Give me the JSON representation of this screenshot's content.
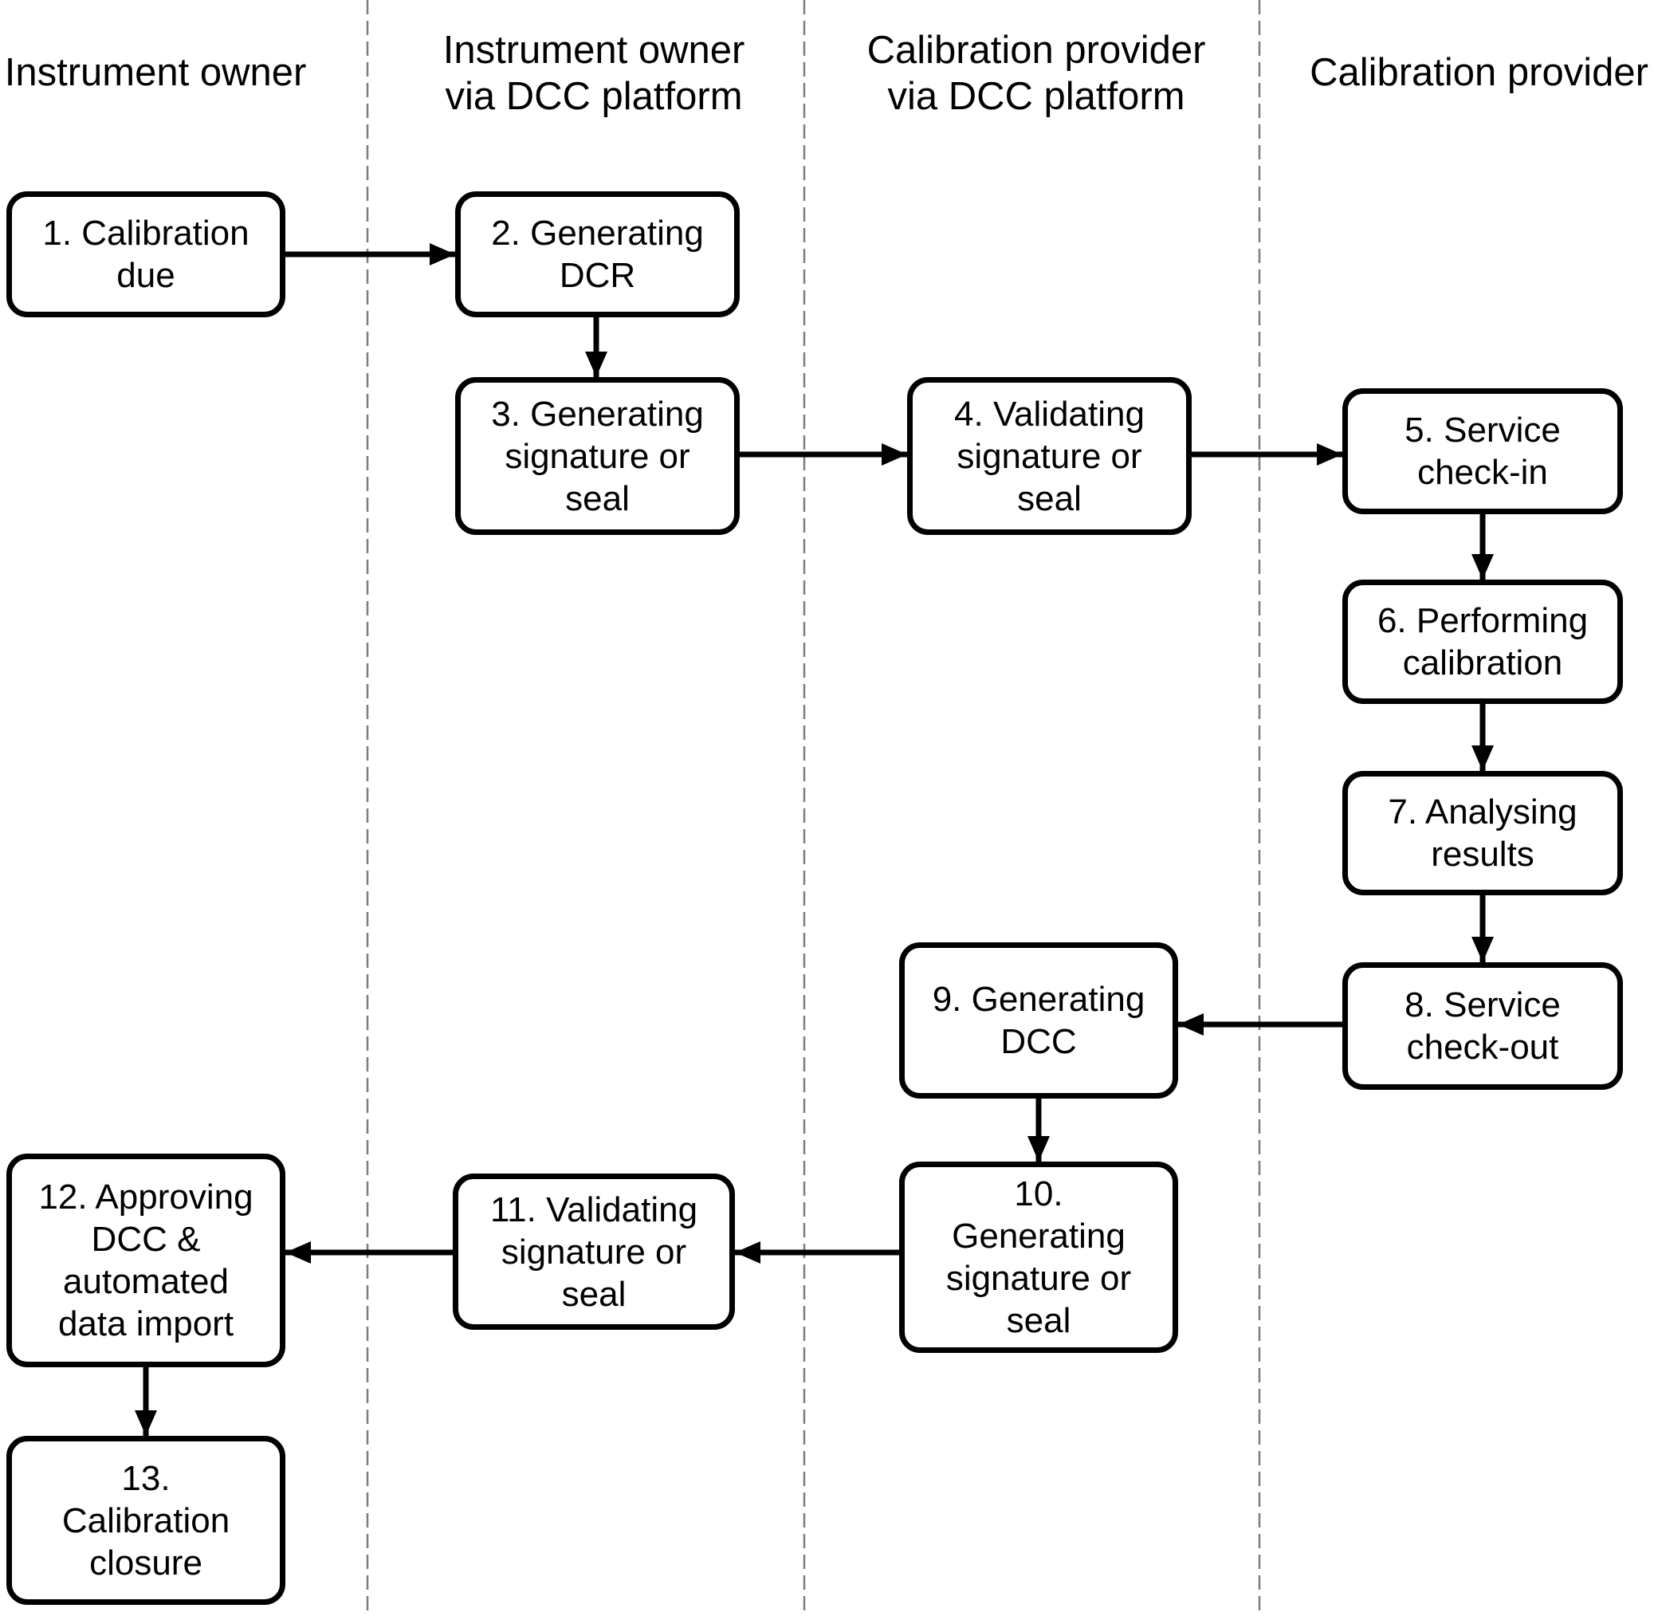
{
  "colors": {
    "background": "#ffffff",
    "node_fill": "#ffffff",
    "node_border": "#000000",
    "node_text": "#000000",
    "lane_header_text": "#000000",
    "lane_divider": "#7d7d7d",
    "arrow": "#000000"
  },
  "lanes": [
    {
      "id": "instrument-owner",
      "label": "Instrument owner"
    },
    {
      "id": "instrument-owner-via-dcc-platform",
      "label": "Instrument owner\nvia DCC platform"
    },
    {
      "id": "calibration-provider-via-dcc-platform",
      "label": "Calibration provider\nvia DCC platform"
    },
    {
      "id": "calibration-provider",
      "label": "Calibration provider"
    }
  ],
  "nodes": {
    "n1": {
      "label": "1. Calibration\ndue",
      "lane": "Instrument owner"
    },
    "n2": {
      "label": "2. Generating\nDCR",
      "lane": "Instrument owner via DCC platform"
    },
    "n3": {
      "label": "3. Generating\nsignature or\nseal",
      "lane": "Instrument owner via DCC platform"
    },
    "n4": {
      "label": "4. Validating\nsignature or\nseal",
      "lane": "Calibration provider via DCC platform"
    },
    "n5": {
      "label": "5. Service\ncheck-in",
      "lane": "Calibration provider"
    },
    "n6": {
      "label": "6. Performing\ncalibration",
      "lane": "Calibration provider"
    },
    "n7": {
      "label": "7. Analysing\nresults",
      "lane": "Calibration provider"
    },
    "n8": {
      "label": "8. Service\ncheck-out",
      "lane": "Calibration provider"
    },
    "n9": {
      "label": "9. Generating\nDCC",
      "lane": "Calibration provider via DCC platform"
    },
    "n10": {
      "label": "10.\nGenerating\nsignature or\nseal",
      "lane": "Calibration provider via DCC platform"
    },
    "n11": {
      "label": "11. Validating\nsignature or\nseal",
      "lane": "Instrument owner via DCC platform"
    },
    "n12": {
      "label": "12. Approving\nDCC &\nautomated\ndata import",
      "lane": "Instrument owner"
    },
    "n13": {
      "label": "13.\nCalibration\nclosure",
      "lane": "Instrument owner"
    }
  },
  "edges": [
    {
      "from": "n1",
      "to": "n2"
    },
    {
      "from": "n2",
      "to": "n3"
    },
    {
      "from": "n3",
      "to": "n4"
    },
    {
      "from": "n4",
      "to": "n5"
    },
    {
      "from": "n5",
      "to": "n6"
    },
    {
      "from": "n6",
      "to": "n7"
    },
    {
      "from": "n7",
      "to": "n8"
    },
    {
      "from": "n8",
      "to": "n9"
    },
    {
      "from": "n9",
      "to": "n10"
    },
    {
      "from": "n10",
      "to": "n11"
    },
    {
      "from": "n11",
      "to": "n12"
    },
    {
      "from": "n12",
      "to": "n13"
    }
  ]
}
